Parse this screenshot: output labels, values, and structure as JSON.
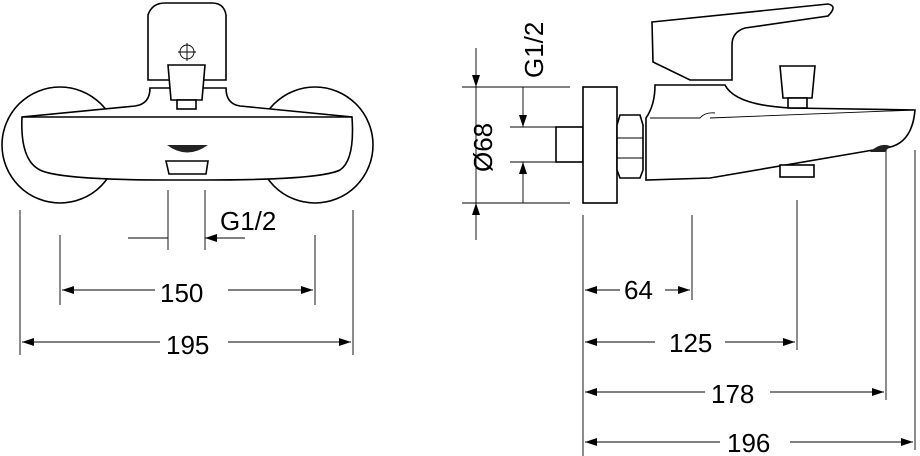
{
  "title": "Wall-mounted bath mixer dimension drawing",
  "front_view": {
    "dimensions": {
      "thread": "G1/2",
      "centers": "150",
      "overall_width": "195"
    }
  },
  "side_view": {
    "dimensions": {
      "rosette_diameter": "Ø68",
      "thread": "G1/2",
      "d1": "64",
      "d2": "125",
      "d3": "178",
      "d4": "196"
    }
  },
  "colors": {
    "line": "#000000",
    "background": "#ffffff"
  }
}
